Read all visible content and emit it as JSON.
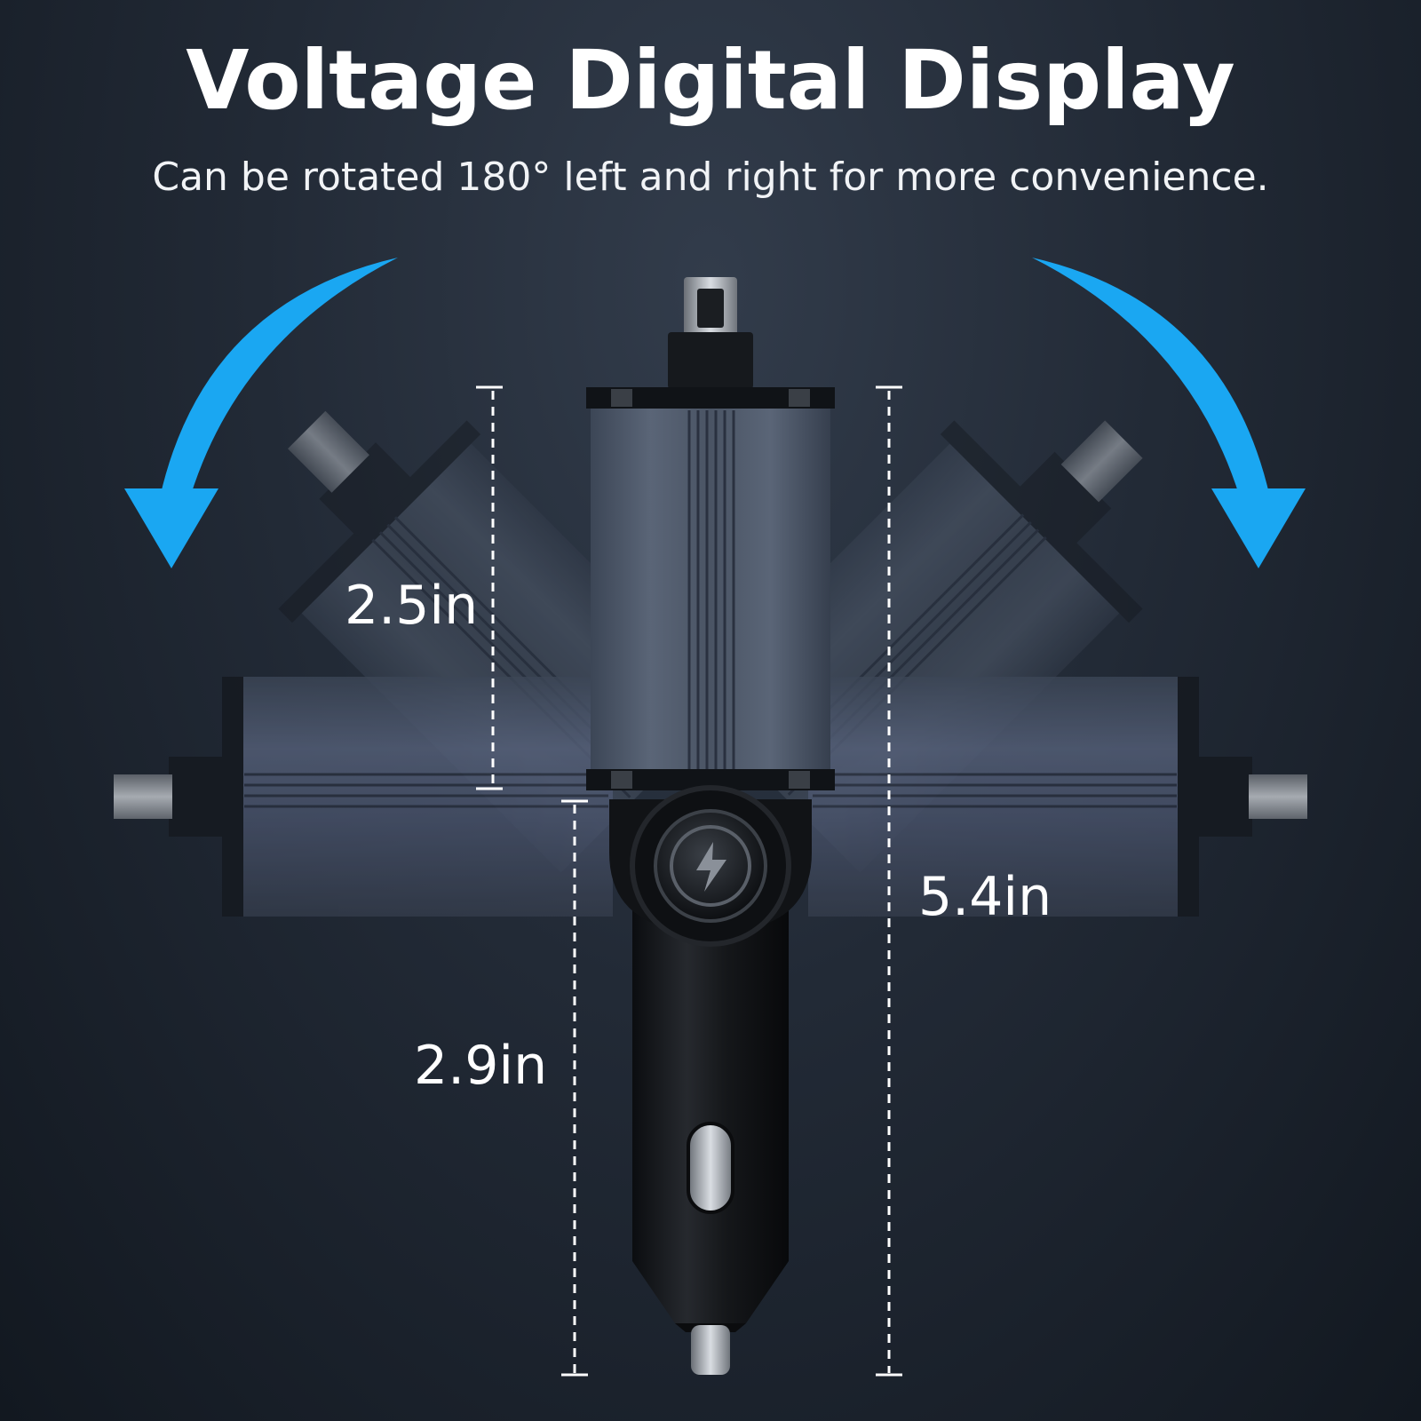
{
  "header": {
    "title": "Voltage Digital Display",
    "subtitle": "Can be rotated 180° left and right for more convenience."
  },
  "dimensions": {
    "head_height": "2.5in",
    "plug_height": "2.9in",
    "total_height": "5.4in"
  },
  "colors": {
    "arrow_blue": "#1aa7f2",
    "background": "#222a36",
    "body_metal": "#4f5a6b",
    "plug_black": "#121417"
  },
  "icons": {
    "left_arrow": "rotate-left-arrow-icon",
    "right_arrow": "rotate-right-arrow-icon",
    "center_knob": "lightning-icon"
  }
}
